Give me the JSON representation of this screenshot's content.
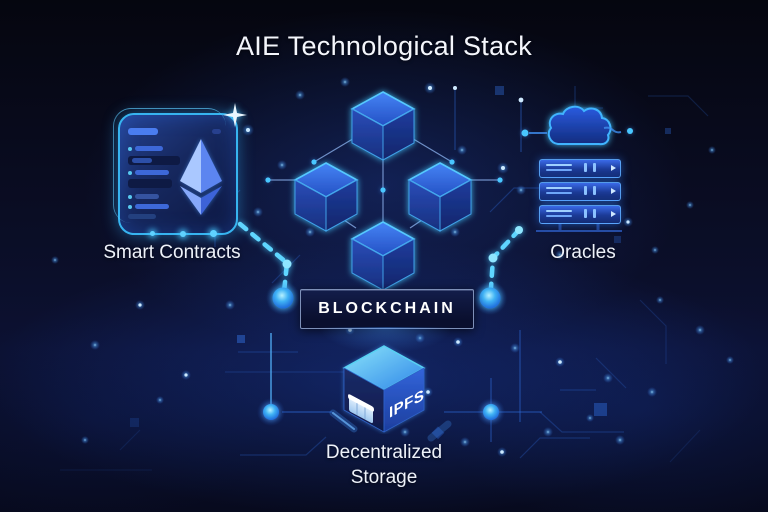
{
  "title": "AIE Technological Stack",
  "colors": {
    "background": "#070a1e",
    "accent_cyan": "#49ccff",
    "accent_blue": "#2f6bff",
    "panel_navy": "#0c1030",
    "box_border": "#7e90b8",
    "text": "#f2f5fb"
  },
  "nodes": {
    "smart_contracts": {
      "label": "Smart Contracts",
      "icon": "smart-contract-tablet-ethereum-icon"
    },
    "blockchain_network": {
      "icon": "blockchain-cubes-icon"
    },
    "oracles": {
      "label": "Oracles",
      "icon": "cloud-server-stack-icon"
    },
    "blockchain": {
      "label": "BLOCKCHAIN"
    },
    "ipfs": {
      "label": "IPFS",
      "icon": "ipfs-cube-icon"
    },
    "decentralized_storage": {
      "label": "Decentralized Storage"
    }
  }
}
